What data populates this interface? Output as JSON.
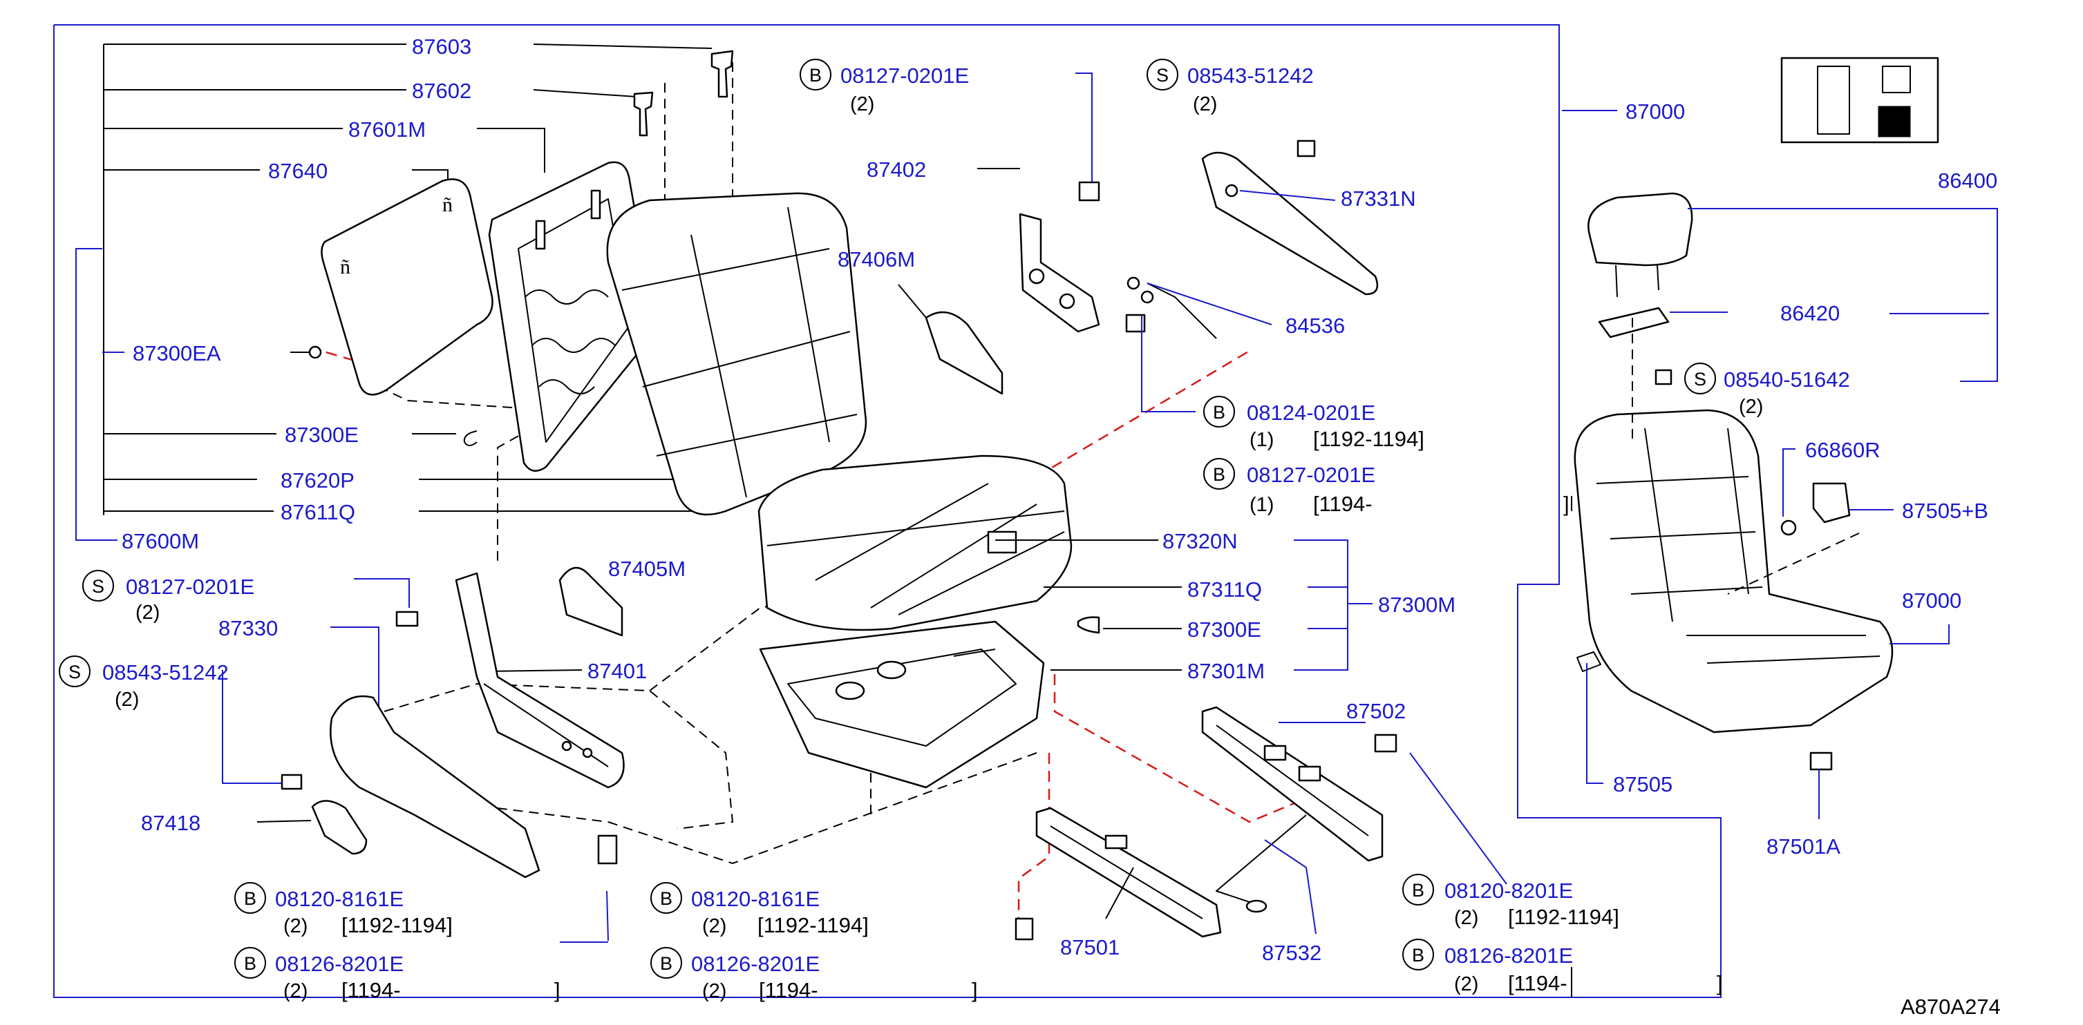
{
  "diagram_code": "A870A274",
  "labels": {
    "p87603": "87603",
    "p87602": "87602",
    "p87601M": "87601M",
    "p87640": "87640",
    "p87300EA": "87300EA",
    "p87300E_a": "87300E",
    "p87620P": "87620P",
    "p87611Q": "87611Q",
    "p87600M": "87600M",
    "p87405M": "87405M",
    "p87330": "87330",
    "p87401": "87401",
    "p87418": "87418",
    "p87402": "87402",
    "p87406M": "87406M",
    "p87331N": "87331N",
    "p84536": "84536",
    "p87320N": "87320N",
    "p87311Q": "87311Q",
    "p87300E_b": "87300E",
    "p87301M": "87301M",
    "p87300M": "87300M",
    "p87502": "87502",
    "p87501": "87501",
    "p87532": "87532",
    "p87000_a": "87000",
    "p86400": "86400",
    "p86420": "86420",
    "p66860R": "66860R",
    "p87505B": "87505+B",
    "p87000_b": "87000",
    "p87505": "87505",
    "p87501A": "87501A"
  },
  "fasteners": [
    {
      "id": "f1",
      "type": "S",
      "part": "08127-0201E",
      "qty": "(2)",
      "range": ""
    },
    {
      "id": "f2",
      "type": "S",
      "part": "08543-51242",
      "qty": "(2)",
      "range": ""
    },
    {
      "id": "f3",
      "type": "B",
      "part": "08120-8161E",
      "qty": "(2)",
      "range": "[1192-1194]"
    },
    {
      "id": "f4",
      "type": "B",
      "part": "08126-8201E",
      "qty": "(2)",
      "range": "[1194-"
    },
    {
      "id": "f5",
      "type": "B",
      "part": "08120-8161E",
      "qty": "(2)",
      "range": "[1192-1194]"
    },
    {
      "id": "f6",
      "type": "B",
      "part": "08126-8201E",
      "qty": "(2)",
      "range": "[1194-"
    },
    {
      "id": "f7",
      "type": "B",
      "part": "08127-0201E",
      "qty": "(2)",
      "range": ""
    },
    {
      "id": "f8",
      "type": "S",
      "part": "08543-51242",
      "qty": "(2)",
      "range": ""
    },
    {
      "id": "f9",
      "type": "B",
      "part": "08124-0201E",
      "qty": "(1)",
      "range": "[1192-1194]"
    },
    {
      "id": "f10",
      "type": "B",
      "part": "08127-0201E",
      "qty": "(1)",
      "range": "[1194-"
    },
    {
      "id": "f11",
      "type": "B",
      "part": "08120-8201E",
      "qty": "(2)",
      "range": "[1192-1194]"
    },
    {
      "id": "f12",
      "type": "B",
      "part": "08126-8201E",
      "qty": "(2)",
      "range": "[1194-"
    },
    {
      "id": "f13",
      "type": "S",
      "part": "08540-51642",
      "qty": "(2)",
      "range": ""
    }
  ],
  "bracket_close": "]"
}
